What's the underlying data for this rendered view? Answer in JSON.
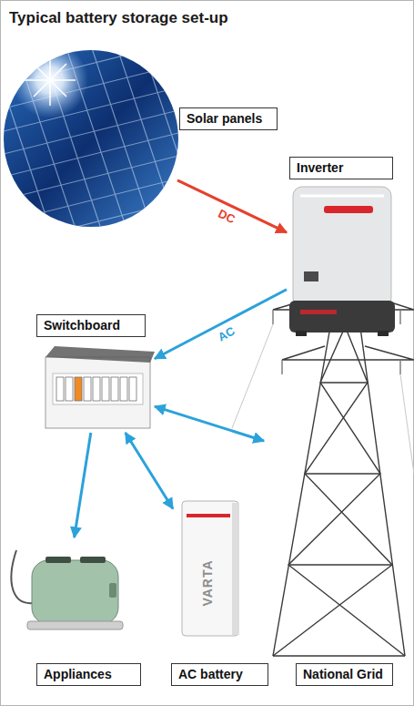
{
  "diagram": {
    "title": "Typical battery storage set-up",
    "nodes": [
      {
        "text": [
          "Solar panels"
        ]
      },
      {
        "text": [
          "Inverter"
        ]
      },
      {
        "text": [
          "Switchboard"
        ]
      },
      {
        "text": [
          "Appliances"
        ]
      },
      {
        "text": [
          "AC battery"
        ]
      },
      {
        "text": [
          "National Grid"
        ]
      }
    ],
    "edges": [
      {
        "from": 0,
        "to": 1,
        "label": "DC",
        "arrow": "to"
      },
      {
        "from": 1,
        "to": 2,
        "label": "AC",
        "arrow": "to"
      },
      {
        "from": 2,
        "to": 3,
        "arrow": "to"
      },
      {
        "from": 2,
        "to": 4,
        "arrow": "both"
      },
      {
        "from": 2,
        "to": 5,
        "arrow": "both"
      }
    ],
    "labels": [
      "VARTA"
    ]
  }
}
